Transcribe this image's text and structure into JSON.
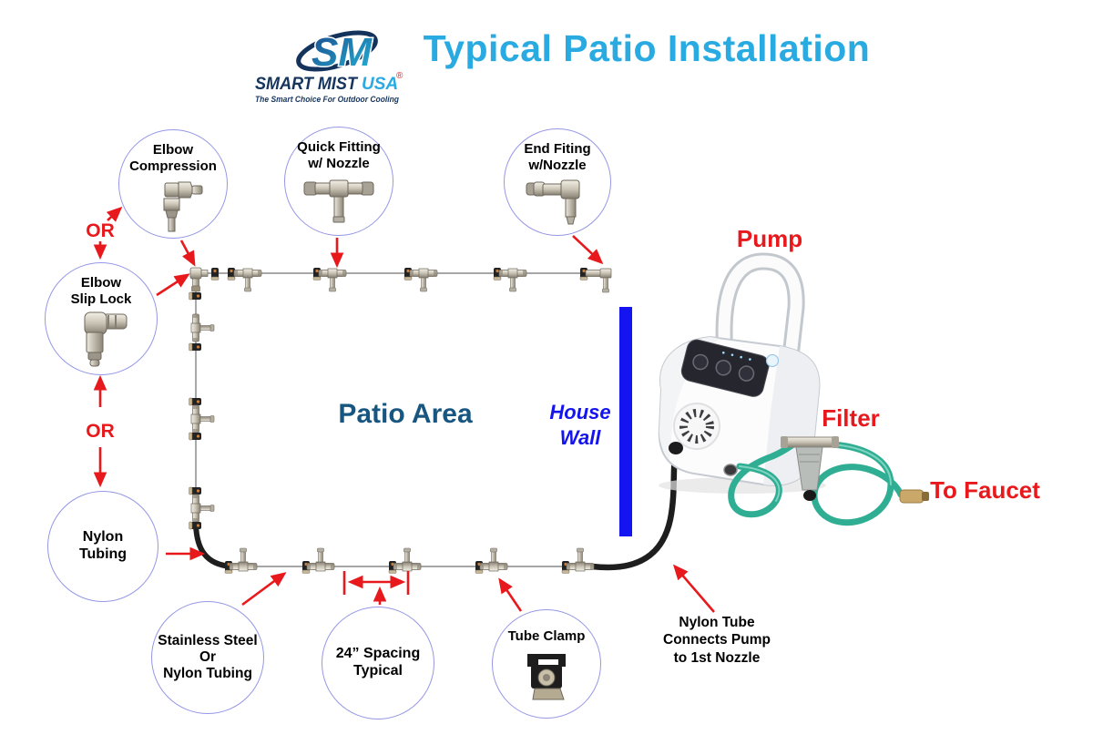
{
  "header": {
    "title": "Typical Patio Installation",
    "logo": {
      "monogram": "SM",
      "name": "SMART MIST",
      "region": "USA",
      "registered": "®",
      "tagline": "The Smart Choice For Outdoor Cooling"
    }
  },
  "callouts": [
    {
      "id": "elbow-compression",
      "label": "Elbow\nCompression"
    },
    {
      "id": "quick-fitting",
      "label": "Quick Fitting\nw/ Nozzle"
    },
    {
      "id": "end-fitting",
      "label": "End Fiting\nw/Nozzle"
    },
    {
      "id": "elbow-slip-lock",
      "label": "Elbow\nSlip Lock"
    },
    {
      "id": "nylon-tubing",
      "label": "Nylon\nTubing"
    },
    {
      "id": "stainless-steel",
      "label": "Stainless Steel\nOr\nNylon Tubing"
    },
    {
      "id": "spacing",
      "label": "24” Spacing\nTypical"
    },
    {
      "id": "tube-clamp",
      "label": "Tube Clamp"
    }
  ],
  "labels": {
    "or_top": "OR",
    "or_bottom": "OR",
    "patio_area": "Patio Area",
    "house_wall": "House\nWall",
    "pump": "Pump",
    "filter": "Filter",
    "to_faucet": "To Faucet",
    "pump_tube_note": "Nylon Tube\nConnects Pump\nto 1st Nozzle"
  },
  "colors": {
    "title_blue": "#29ABE2",
    "accent_red": "#E8191C",
    "patio_text_blue": "#175680",
    "house_wall_blue": "#1414EE",
    "circle_border": "#9597E6",
    "hose_green": "#2FAE93",
    "logo_navy": "#16355E",
    "pipe_gray": "#9A9A9A"
  }
}
